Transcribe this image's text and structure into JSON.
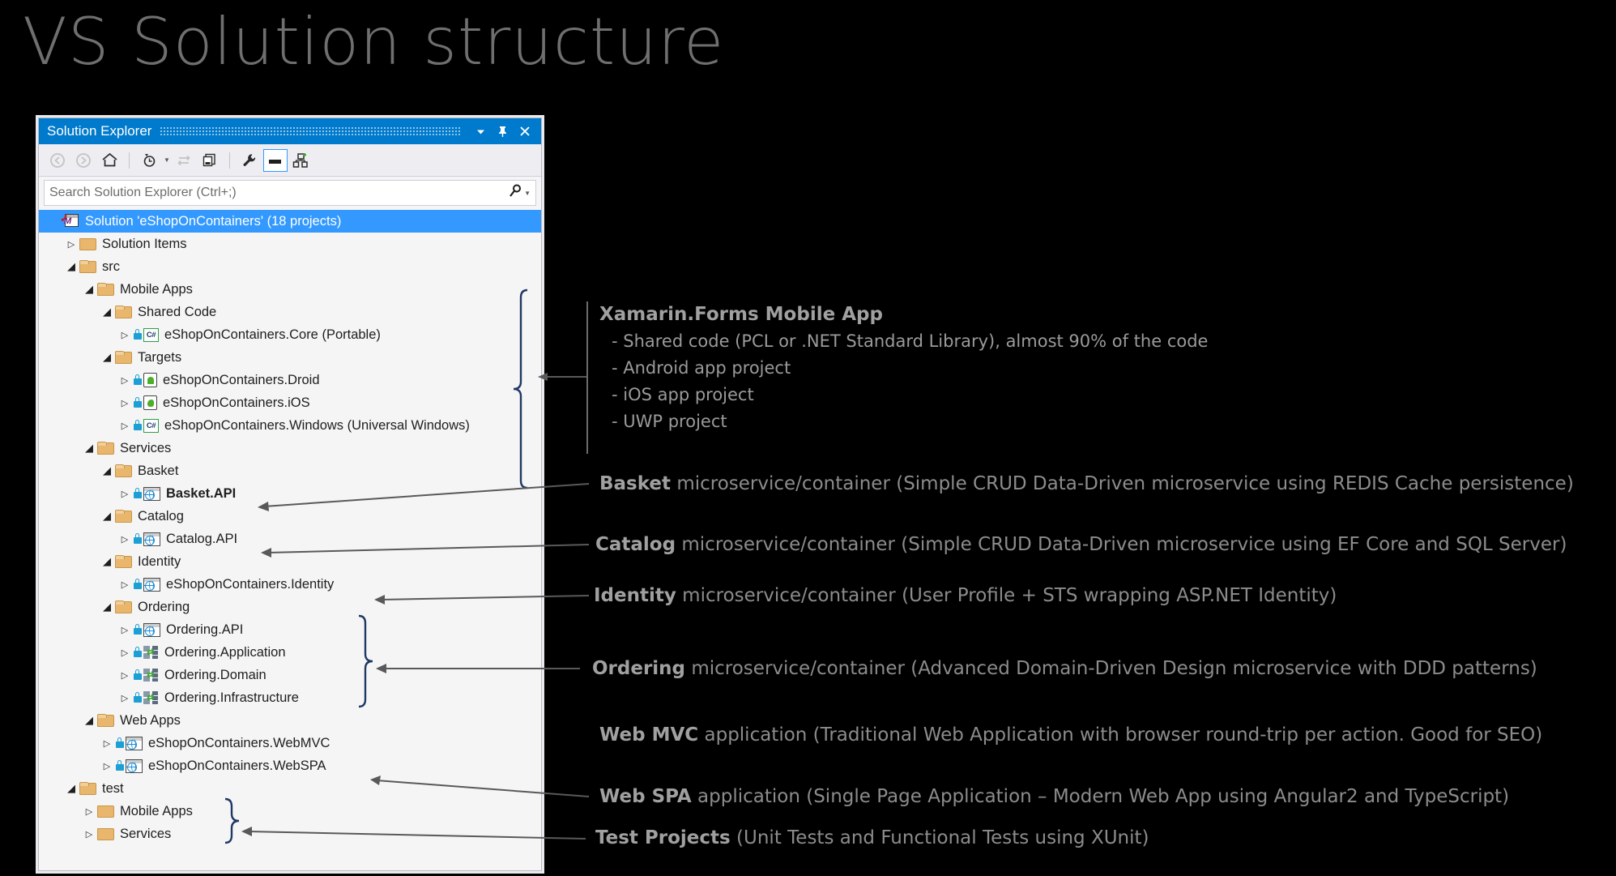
{
  "slide": {
    "title": "VS Solution structure"
  },
  "window": {
    "title": "Solution Explorer",
    "buttons": {
      "dropdown": "dropdown-caret",
      "pin": "pin",
      "close": "close"
    },
    "toolbar": [
      {
        "name": "back",
        "glyph": "back-arrow-icon"
      },
      {
        "name": "forward",
        "glyph": "forward-arrow-icon"
      },
      {
        "name": "home",
        "glyph": "home-icon"
      },
      {
        "name": "pending-changes",
        "glyph": "clock-icon"
      },
      {
        "name": "sync-with-active-document",
        "glyph": "sync-icon"
      },
      {
        "name": "show-all-files",
        "glyph": "copy-icon"
      },
      {
        "name": "properties",
        "glyph": "wrench-icon"
      },
      {
        "name": "preview-selected-items",
        "glyph": "preview-icon"
      },
      {
        "name": "view-code-map",
        "glyph": "code-map-icon"
      }
    ],
    "search": {
      "placeholder": "Search Solution Explorer (Ctrl+;)",
      "value": ""
    }
  },
  "tree": [
    {
      "depth": 0,
      "state": "none",
      "icon": "solution",
      "label": "Solution 'eShopOnContainers' (18 projects)",
      "selected": true
    },
    {
      "depth": 1,
      "state": "closed",
      "icon": "folder",
      "label": "Solution Items"
    },
    {
      "depth": 1,
      "state": "open",
      "icon": "folder-open",
      "label": "src"
    },
    {
      "depth": 2,
      "state": "open",
      "icon": "folder-open",
      "label": "Mobile Apps"
    },
    {
      "depth": 3,
      "state": "open",
      "icon": "folder-open",
      "label": "Shared Code"
    },
    {
      "depth": 4,
      "state": "closed",
      "icon": "csharp",
      "lock": true,
      "label": "eShopOnContainers.Core (Portable)"
    },
    {
      "depth": 3,
      "state": "open",
      "icon": "folder-open",
      "label": "Targets"
    },
    {
      "depth": 4,
      "state": "closed",
      "icon": "droid",
      "lock": true,
      "label": "eShopOnContainers.Droid"
    },
    {
      "depth": 4,
      "state": "closed",
      "icon": "ios",
      "lock": true,
      "label": "eShopOnContainers.iOS"
    },
    {
      "depth": 4,
      "state": "closed",
      "icon": "csharp",
      "lock": true,
      "label": "eShopOnContainers.Windows (Universal Windows)"
    },
    {
      "depth": 2,
      "state": "open",
      "icon": "folder-open",
      "label": "Services"
    },
    {
      "depth": 3,
      "state": "open",
      "icon": "folder-open",
      "label": "Basket"
    },
    {
      "depth": 4,
      "state": "closed",
      "icon": "web",
      "lock": true,
      "label": "Basket.API",
      "bold": true
    },
    {
      "depth": 3,
      "state": "open",
      "icon": "folder-open",
      "label": "Catalog"
    },
    {
      "depth": 4,
      "state": "closed",
      "icon": "web",
      "lock": true,
      "label": "Catalog.API"
    },
    {
      "depth": 3,
      "state": "open",
      "icon": "folder-open",
      "label": "Identity"
    },
    {
      "depth": 4,
      "state": "closed",
      "icon": "web",
      "lock": true,
      "label": "eShopOnContainers.Identity"
    },
    {
      "depth": 3,
      "state": "open",
      "icon": "folder-open",
      "label": "Ordering"
    },
    {
      "depth": 4,
      "state": "closed",
      "icon": "web",
      "lock": true,
      "label": "Ordering.API"
    },
    {
      "depth": 4,
      "state": "closed",
      "icon": "lib",
      "lock": true,
      "label": "Ordering.Application"
    },
    {
      "depth": 4,
      "state": "closed",
      "icon": "lib",
      "lock": true,
      "label": "Ordering.Domain"
    },
    {
      "depth": 4,
      "state": "closed",
      "icon": "lib",
      "lock": true,
      "label": "Ordering.Infrastructure"
    },
    {
      "depth": 2,
      "state": "open",
      "icon": "folder-open",
      "label": "Web Apps"
    },
    {
      "depth": 3,
      "state": "closed",
      "icon": "web",
      "lock": true,
      "label": "eShopOnContainers.WebMVC"
    },
    {
      "depth": 3,
      "state": "closed",
      "icon": "web",
      "lock": true,
      "label": "eShopOnContainers.WebSPA"
    },
    {
      "depth": 1,
      "state": "open",
      "icon": "folder-open",
      "label": "test"
    },
    {
      "depth": 2,
      "state": "closed",
      "icon": "folder",
      "label": "Mobile Apps"
    },
    {
      "depth": 2,
      "state": "closed",
      "icon": "folder",
      "label": "Services"
    }
  ],
  "annotations": {
    "mobile": {
      "heading": "Xamarin.Forms Mobile App",
      "lines": [
        "- Shared code (PCL or .NET Standard Library), almost 90% of the code",
        "- Android app project",
        "- iOS app project",
        "- UWP project"
      ]
    },
    "basket": {
      "head": "Basket",
      "rest": " microservice/container (Simple CRUD Data-Driven microservice using REDIS Cache persistence)"
    },
    "catalog": {
      "head": "Catalog",
      "rest": " microservice/container (Simple CRUD Data-Driven microservice using EF Core and SQL Server)"
    },
    "identity": {
      "head": "Identity",
      "rest": " microservice/container (User Profile + STS wrapping ASP.NET Identity)"
    },
    "ordering": {
      "head": "Ordering",
      "rest": " microservice/container (Advanced Domain-Driven Design microservice with DDD patterns)"
    },
    "webmvc": {
      "head": "Web MVC",
      "rest": " application (Traditional Web Application with browser round-trip per action. Good for SEO)"
    },
    "webspa": {
      "head": "Web SPA",
      "rest": " application (Single Page Application – Modern Web App using Angular2 and TypeScript)"
    },
    "tests": {
      "head": "Test Projects",
      "rest": " (Unit Tests and Functional Tests using XUnit)"
    }
  },
  "colors": {
    "accent": "#007acc",
    "selection": "#3399ff",
    "bracket": "#1f3864",
    "arrow": "#595959",
    "annotation_text": "#8c8c8c",
    "background": "#000000"
  }
}
